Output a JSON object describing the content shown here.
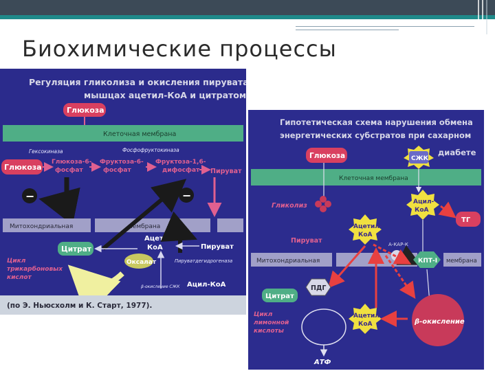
{
  "slide": {
    "title": "Биохимические процессы"
  },
  "left_diagram": {
    "heading_line1": "Регуляция гликолиза и окисления пирувата в",
    "heading_line2": "мышцах ацетил-КоА и цитратом",
    "glucose_top": "Глюкоза",
    "cell_membrane": "Клеточная мембрана",
    "hexokinase": "Гексокиназа",
    "phosphofructokinase": "Фосфофруктокиназа",
    "glucose": "Глюкоза",
    "g6p_line1": "Глюкоза-6-",
    "g6p_line2": "фосфат",
    "f6p_line1": "Фруктоза-6-",
    "f6p_line2": "фосфат",
    "f16bp_line1": "Фруктоза-1,6-",
    "f16bp_line2": "дифосфат",
    "pyruvate_top": "Пируват",
    "minus_left": "−",
    "minus_right": "−",
    "mito_label": "Митохондриальная",
    "membrane_label": "мембрана",
    "acetyl_coa_line1": "Ацетил-",
    "acetyl_coa_line2": "КоА",
    "pyruvate_mid": "Пируват",
    "pdh": "Пируватдегидрогеназа",
    "citrate": "Цитрат",
    "oxaloacetate": "Оксалат",
    "cycle_line1": "Цикл",
    "cycle_line2": "трикарбоновых",
    "cycle_line3": "кислот",
    "from_fa": "β-окисление СЖК",
    "acyl_coa": "Ацил-КоА",
    "citation": "(по Э. Ньюсхолм и К. Старт, 1977)."
  },
  "right_diagram": {
    "heading_line1": "Гипотетическая схема нарушения обмена",
    "heading_line2": "энергетических субстратов при сахарном",
    "heading_line3": "диабете",
    "glucose": "Глюкоза",
    "ffa": "СЖК",
    "cell_membrane": "Клеточная мембрана",
    "glycolysis": "Гликолиз",
    "acyl_coa_line1": "Ацил-",
    "acyl_coa_line2": "КоА",
    "tg": "ТГ",
    "pyruvate": "Пируват",
    "acetyl_coa_star_line1": "Ацетил-",
    "acetyl_coa_star_line2": "КоА",
    "acyl_carnitine": "А-КАР-К",
    "mito_label": "Митохондриальная",
    "cpt": "КПТ-I",
    "membrane_label": "мембрана",
    "pdh": "ПДГ",
    "citrate": "Цитрат",
    "acetyl_coa_bottom_line1": "Ацетил-",
    "acetyl_coa_bottom_line2": "КоА",
    "beta_oxidation": "β-окисление",
    "cycle_line1": "Цикл",
    "cycle_line2": "лимонной",
    "cycle_line3": "кислоты",
    "atp": "АТФ"
  }
}
